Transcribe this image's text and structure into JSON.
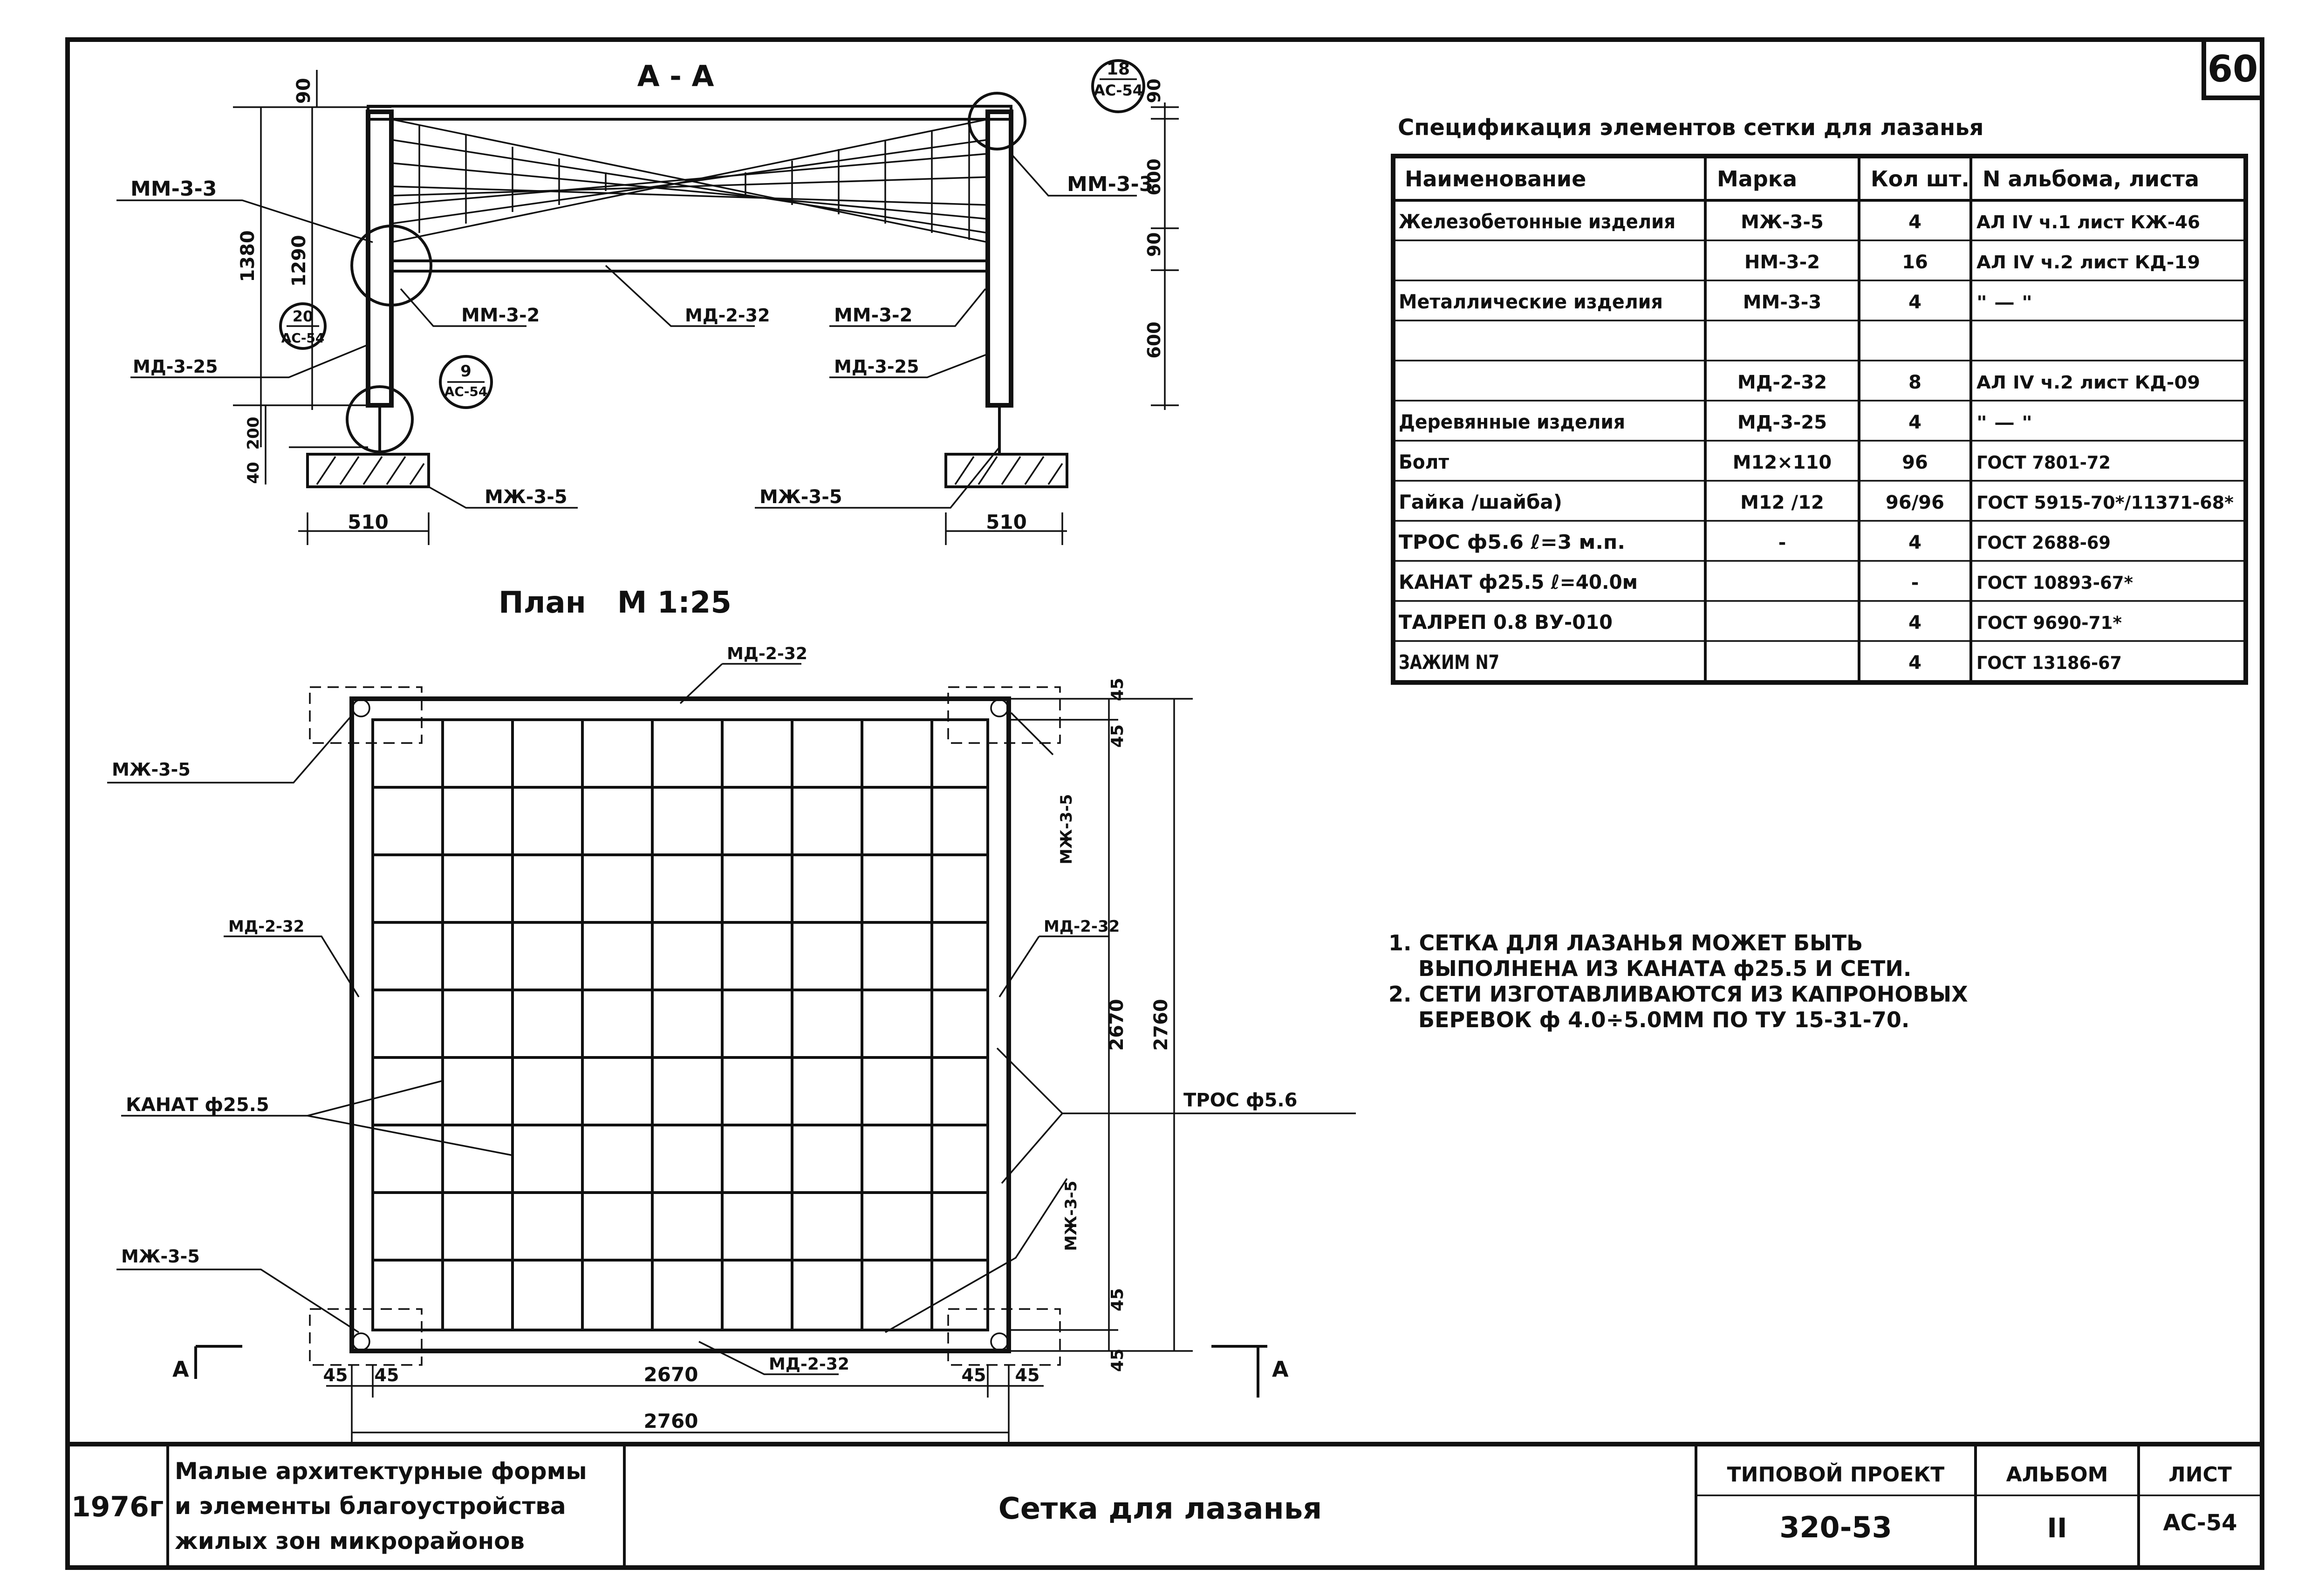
{
  "sheet_number": "60",
  "section_aa": {
    "title": "А - А",
    "labels": {
      "mm33_left": "ММ-3-3",
      "mm33_right": "ММ-3-3",
      "mm32_left": "ММ-3-2",
      "mm32_right": "ММ-3-2",
      "md232": "МД-2-32",
      "md325_left": "МД-3-25",
      "md325_right": "МД-3-25",
      "mzh35_left": "МЖ-3-5",
      "mzh35_right": "МЖ-3-5"
    },
    "callouts": {
      "c1_num": "18",
      "c1_ref": "АС-54",
      "c2_num": "20",
      "c2_ref": "АС-54",
      "c3_num": "9",
      "c3_ref": "АС-54"
    },
    "dims": {
      "d1380": "1380",
      "d1290": "1290",
      "d90_left": "90",
      "d40": "40",
      "d200": "200",
      "d90_right_top": "90",
      "d600_right_top": "600",
      "d90_right_mid": "90",
      "d600_right_bot": "600",
      "d510_left": "510",
      "d510_right": "510"
    }
  },
  "plan": {
    "title": "План   М 1:25",
    "labels": {
      "md232_top": "МД-2-32",
      "md232_left": "МД-2-32",
      "md232_right": "МД-2-32",
      "md232_bottom": "МД-2-32",
      "mzh35_top_left": "МЖ-3-5",
      "mzh35_top_right": "МЖ-3-5",
      "mzh35_bot_left": "МЖ-3-5",
      "mzh35_bot_right": "МЖ-3-5",
      "kanat": "КАНАТ ф25.5",
      "tros": "ТРОС ф5.6",
      "section_mark": "А"
    },
    "dims": {
      "d45_tr": "45",
      "d45_tr2": "45",
      "d2670_v": "2670",
      "d2760_v": "2760",
      "d45_br": "45",
      "d45_br2": "45",
      "d45_bl1": "45",
      "d45_bl2": "45",
      "d2670_h": "2670",
      "d45_bb1": "45",
      "d45_bb2": "45",
      "d2760_h": "2760"
    }
  },
  "spec": {
    "title": "Спецификация элементов сетки для лазанья",
    "headers": [
      "Наименование",
      "Марка",
      "Кол шт.",
      "N альбома, листа"
    ],
    "rows": [
      [
        "Железобетонные изделия",
        "МЖ-3-5",
        "4",
        "АЛ IV ч.1 лист КЖ-46"
      ],
      [
        "",
        "НМ-3-2",
        "16",
        "АЛ IV ч.2 лист КД-19"
      ],
      [
        "Металлические изделия",
        "ММ-3-3",
        "4",
        "\" — \""
      ],
      [
        "",
        "",
        "",
        ""
      ],
      [
        "",
        "МД-2-32",
        "8",
        "АЛ IV ч.2 лист КД-09"
      ],
      [
        "Деревянные изделия",
        "МД-3-25",
        "4",
        "\" — \""
      ],
      [
        "Болт",
        "М12×110",
        "96",
        "ГОСТ 7801-72"
      ],
      [
        "Гайка /шайба)",
        "М12 /12",
        "96/96",
        "ГОСТ 5915-70*/11371-68*"
      ],
      [
        "ТРОС ф5.6 ℓ=3 м.п.",
        "-",
        "4",
        "ГОСТ 2688-69"
      ],
      [
        "КАНАТ ф25.5 ℓ=40.0м",
        "",
        "-",
        "ГОСТ 10893-67*"
      ],
      [
        "ТАЛРЕП 0.8 ВУ-010",
        "",
        "4",
        "ГОСТ 9690-71*"
      ],
      [
        "ЗАЖИМ N7",
        "",
        "4",
        "ГОСТ 13186-67"
      ]
    ]
  },
  "notes": [
    "1. СЕТКА ДЛЯ ЛАЗАНЬЯ МОЖЕТ БЫТЬ",
    "    ВЫПОЛНЕНА ИЗ КАНАТА ф25.5 И СЕТИ.",
    "2. СЕТИ ИЗГОТАВЛИВАЮТСЯ ИЗ КАПРОНОВЫХ",
    "    БЕРЕВОК ф 4.0÷5.0ММ ПО ТУ 15-31-70."
  ],
  "title_block": {
    "year": "1976г",
    "project_line1": "Малые архитектурные формы",
    "project_line2": "и элементы благоустройства",
    "project_line3": "жилых зон микрорайонов",
    "drawing_title": "Сетка для лазанья",
    "type_project_label": "ТИПОВОЙ ПРОЕКТ",
    "type_project_value": "320-53",
    "album_label": "АЛЬБОМ",
    "album_value": "II",
    "sheet_label": "ЛИСТ",
    "sheet_value": "АС-54"
  }
}
